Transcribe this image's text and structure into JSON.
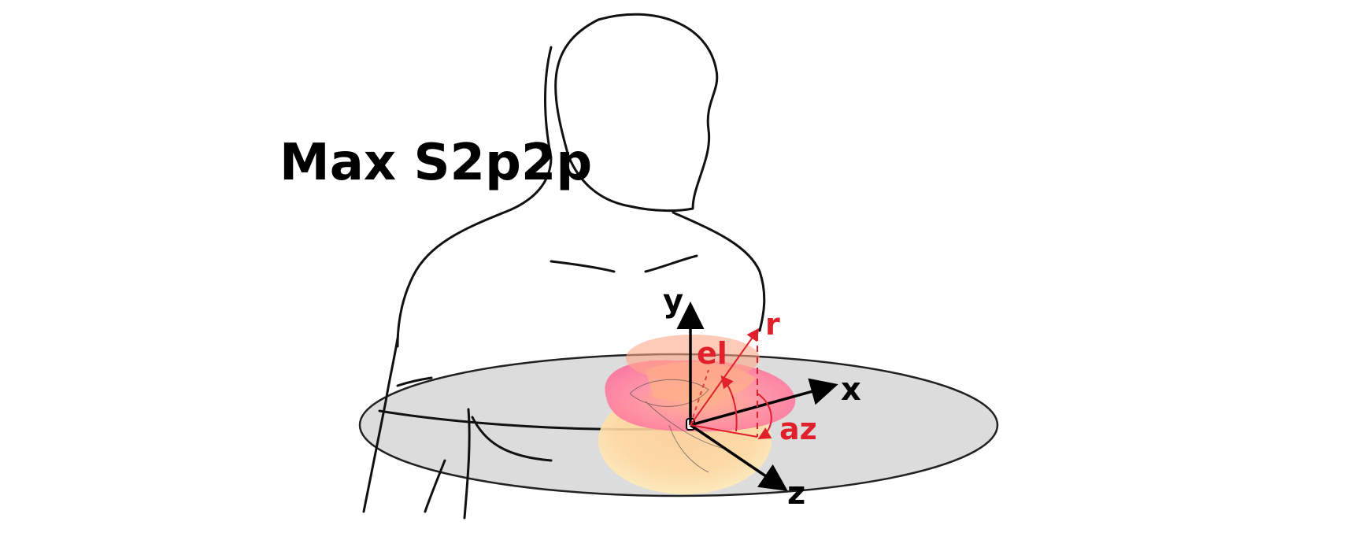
{
  "title": "Max S2p2p",
  "axes": {
    "x": "x",
    "y": "y",
    "z": "z"
  },
  "spherical": {
    "r": "r",
    "el": "el",
    "az": "az"
  },
  "colors": {
    "axis": "#000000",
    "spherical": "#e0202a",
    "plane": "#d9d9d9",
    "pattern_top": "#ff7aa0",
    "pattern_bottom": "#ffd27a"
  }
}
